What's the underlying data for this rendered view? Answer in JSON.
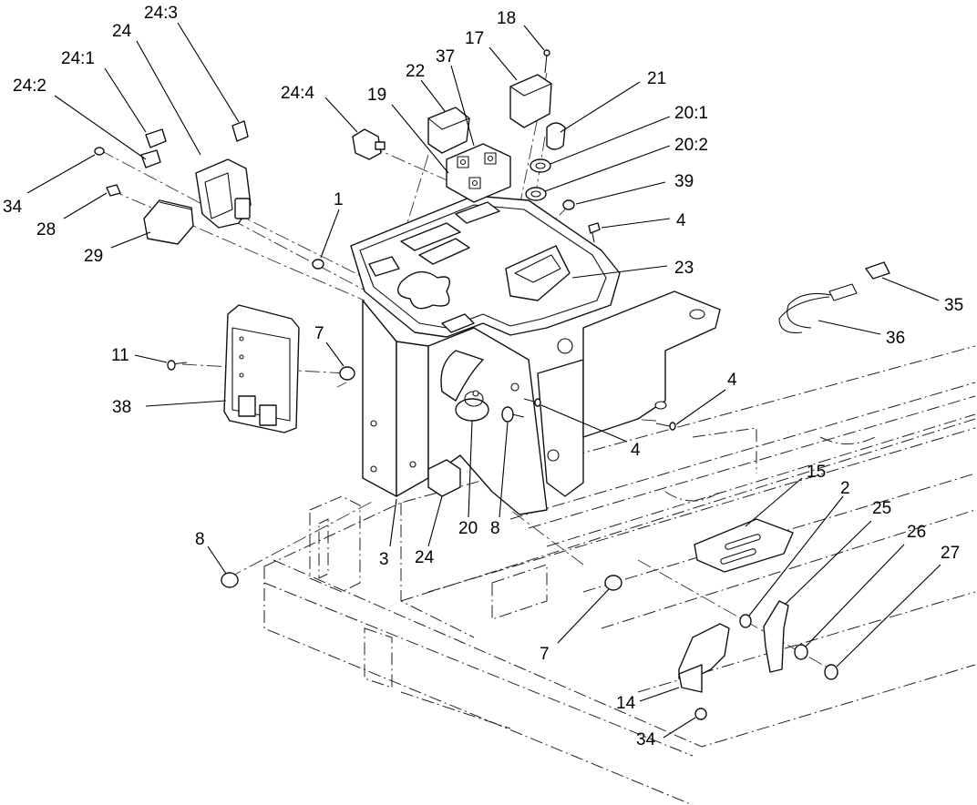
{
  "colors": {
    "line": "#111111",
    "background": "#ffffff",
    "phantom": "#222222"
  },
  "callouts": [
    {
      "id": "c-24-3",
      "label": "24:3"
    },
    {
      "id": "c-24-top",
      "label": "24"
    },
    {
      "id": "c-24-1",
      "label": "24:1"
    },
    {
      "id": "c-24-2",
      "label": "24:2"
    },
    {
      "id": "c-34-top",
      "label": "34"
    },
    {
      "id": "c-28",
      "label": "28"
    },
    {
      "id": "c-29",
      "label": "29"
    },
    {
      "id": "c-24-4",
      "label": "24:4"
    },
    {
      "id": "c-22",
      "label": "22"
    },
    {
      "id": "c-37",
      "label": "37"
    },
    {
      "id": "c-19",
      "label": "19"
    },
    {
      "id": "c-18",
      "label": "18"
    },
    {
      "id": "c-17",
      "label": "17"
    },
    {
      "id": "c-21",
      "label": "21"
    },
    {
      "id": "c-20-1",
      "label": "20:1"
    },
    {
      "id": "c-20-2",
      "label": "20:2"
    },
    {
      "id": "c-39",
      "label": "39"
    },
    {
      "id": "c-4-top",
      "label": "4"
    },
    {
      "id": "c-1",
      "label": "1"
    },
    {
      "id": "c-23",
      "label": "23"
    },
    {
      "id": "c-35",
      "label": "35"
    },
    {
      "id": "c-36",
      "label": "36"
    },
    {
      "id": "c-7-top",
      "label": "7"
    },
    {
      "id": "c-11",
      "label": "11"
    },
    {
      "id": "c-38",
      "label": "38"
    },
    {
      "id": "c-4-right",
      "label": "4"
    },
    {
      "id": "c-4-mid",
      "label": "4"
    },
    {
      "id": "c-8-mid",
      "label": "8"
    },
    {
      "id": "c-20",
      "label": "20"
    },
    {
      "id": "c-24-bot",
      "label": "24"
    },
    {
      "id": "c-3",
      "label": "3"
    },
    {
      "id": "c-15",
      "label": "15"
    },
    {
      "id": "c-2",
      "label": "2"
    },
    {
      "id": "c-25",
      "label": "25"
    },
    {
      "id": "c-26",
      "label": "26"
    },
    {
      "id": "c-27",
      "label": "27"
    },
    {
      "id": "c-8-left",
      "label": "8"
    },
    {
      "id": "c-7-bot",
      "label": "7"
    },
    {
      "id": "c-14",
      "label": "14"
    },
    {
      "id": "c-34-bot",
      "label": "34"
    }
  ]
}
